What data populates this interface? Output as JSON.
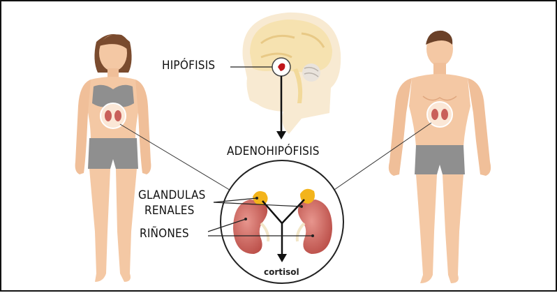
{
  "labels": {
    "pituitary": "HIPÓFISIS",
    "adenohypophysis": "ADENOHIPÓFISIS",
    "adrenal_glands_line1": "GLANDULAS",
    "adrenal_glands_line2": "RENALES",
    "kidneys": "RIÑONES",
    "hormone": "cortisol"
  },
  "colors": {
    "skin": "#f4c8a4",
    "skin_shadow": "#e0a77f",
    "briefs": "#8f8f8f",
    "kidney": "#c9605a",
    "adrenal": "#f3b41b",
    "brain": "#f6e2b0",
    "pituitary": "#c0161b"
  }
}
